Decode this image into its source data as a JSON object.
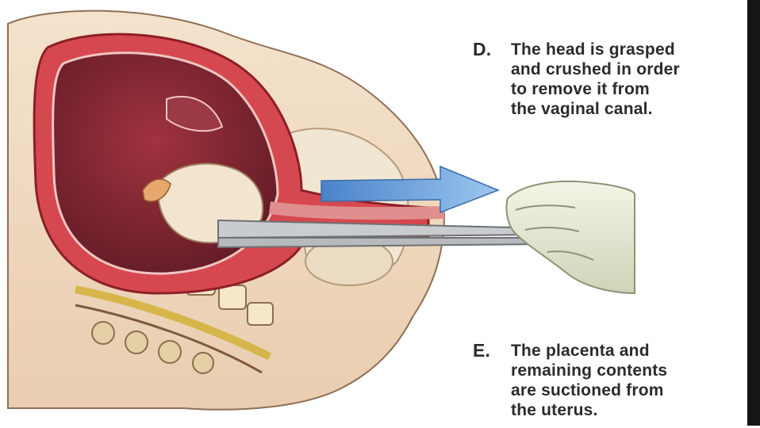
{
  "captions": {
    "d": {
      "letter": "D.",
      "lines": [
        "The head is grasped",
        "and crushed in order",
        "to remove it from",
        "the vaginal canal."
      ]
    },
    "e": {
      "letter": "E.",
      "lines": [
        "The placenta and",
        "remaining contents",
        "are suctioned from",
        "the uterus."
      ]
    }
  },
  "colors": {
    "skin": "#f2ddc4",
    "uterus_wall": "#c8343a",
    "uterus_cavity": "#7a2430",
    "arrow": "#6fa3da",
    "glove": "#e9ecd7",
    "instrument": "#c9ccce"
  },
  "icons": {
    "arrow": "blue-arrow-icon",
    "hand": "gloved-hand-icon",
    "forceps": "forceps-icon"
  }
}
